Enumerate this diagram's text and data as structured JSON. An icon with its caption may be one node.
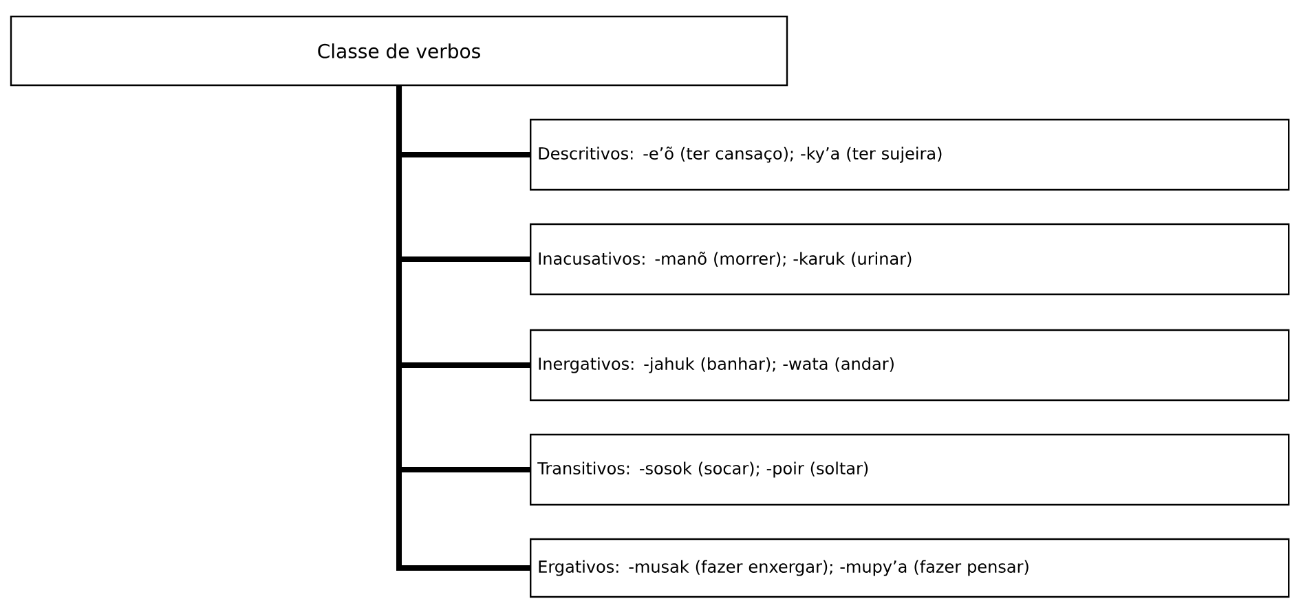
{
  "diagram": {
    "nodes": [
      {
        "text": [
          "Classe de verbos"
        ]
      },
      {
        "text": [
          "Descritivos: -e’õ (ter cansaço); -ky’a (ter sujeira)"
        ]
      },
      {
        "text": [
          "Inacusativos: -manõ (morrer); -karuk (urinar)"
        ]
      },
      {
        "text": [
          "Inergativos: -jahuk (banhar); -wata (andar)"
        ]
      },
      {
        "text": [
          "Transitivos: -sosok (socar); -poir (soltar)"
        ]
      },
      {
        "text": [
          "Ergativos: -musak (fazer enxergar); -mupy’a  (fazer pensar)"
        ]
      }
    ],
    "edges": [
      {
        "from": 0,
        "to": 1,
        "arrow": "none"
      },
      {
        "from": 0,
        "to": 2,
        "arrow": "none"
      },
      {
        "from": 0,
        "to": 3,
        "arrow": "none"
      },
      {
        "from": 0,
        "to": 4,
        "arrow": "none"
      },
      {
        "from": 0,
        "to": 5,
        "arrow": "none"
      }
    ]
  }
}
